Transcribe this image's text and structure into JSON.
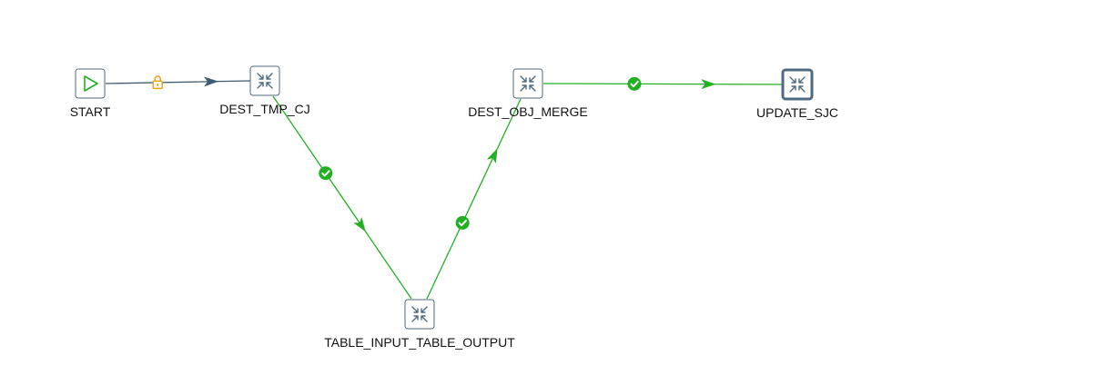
{
  "workflow": {
    "nodes": [
      {
        "id": "start",
        "label": "START",
        "kind": "start",
        "icon": "play-icon",
        "selected": false
      },
      {
        "id": "dest_tmp_cj",
        "label": "DEST_TMP_CJ",
        "kind": "job",
        "icon": "collapse-arrows-icon",
        "selected": false
      },
      {
        "id": "table_io",
        "label": "TABLE_INPUT_TABLE_OUTPUT",
        "kind": "job",
        "icon": "collapse-arrows-icon",
        "selected": false
      },
      {
        "id": "dest_obj_merge",
        "label": "DEST_OBJ_MERGE",
        "kind": "job",
        "icon": "collapse-arrows-icon",
        "selected": false
      },
      {
        "id": "update_sjc",
        "label": "UPDATE_SJC",
        "kind": "job",
        "icon": "collapse-arrows-icon",
        "selected": true
      }
    ],
    "hops": [
      {
        "from": "start",
        "to": "dest_tmp_cj",
        "condition": "unconditional",
        "icon": "lock-icon"
      },
      {
        "from": "dest_tmp_cj",
        "to": "table_io",
        "condition": "success",
        "icon": "check-circle-icon"
      },
      {
        "from": "table_io",
        "to": "dest_obj_merge",
        "condition": "success",
        "icon": "check-circle-icon"
      },
      {
        "from": "dest_obj_merge",
        "to": "update_sjc",
        "condition": "success",
        "icon": "check-circle-icon"
      }
    ],
    "colors": {
      "success_hop": "#22b022",
      "unconditional_hop": "#3d5a73",
      "lock_icon": "#f0a21a",
      "start_icon": "#22b022",
      "node_border": "#4e6a82",
      "node_fill": "#ffffff",
      "icon_stroke": "#4e6a82"
    }
  }
}
